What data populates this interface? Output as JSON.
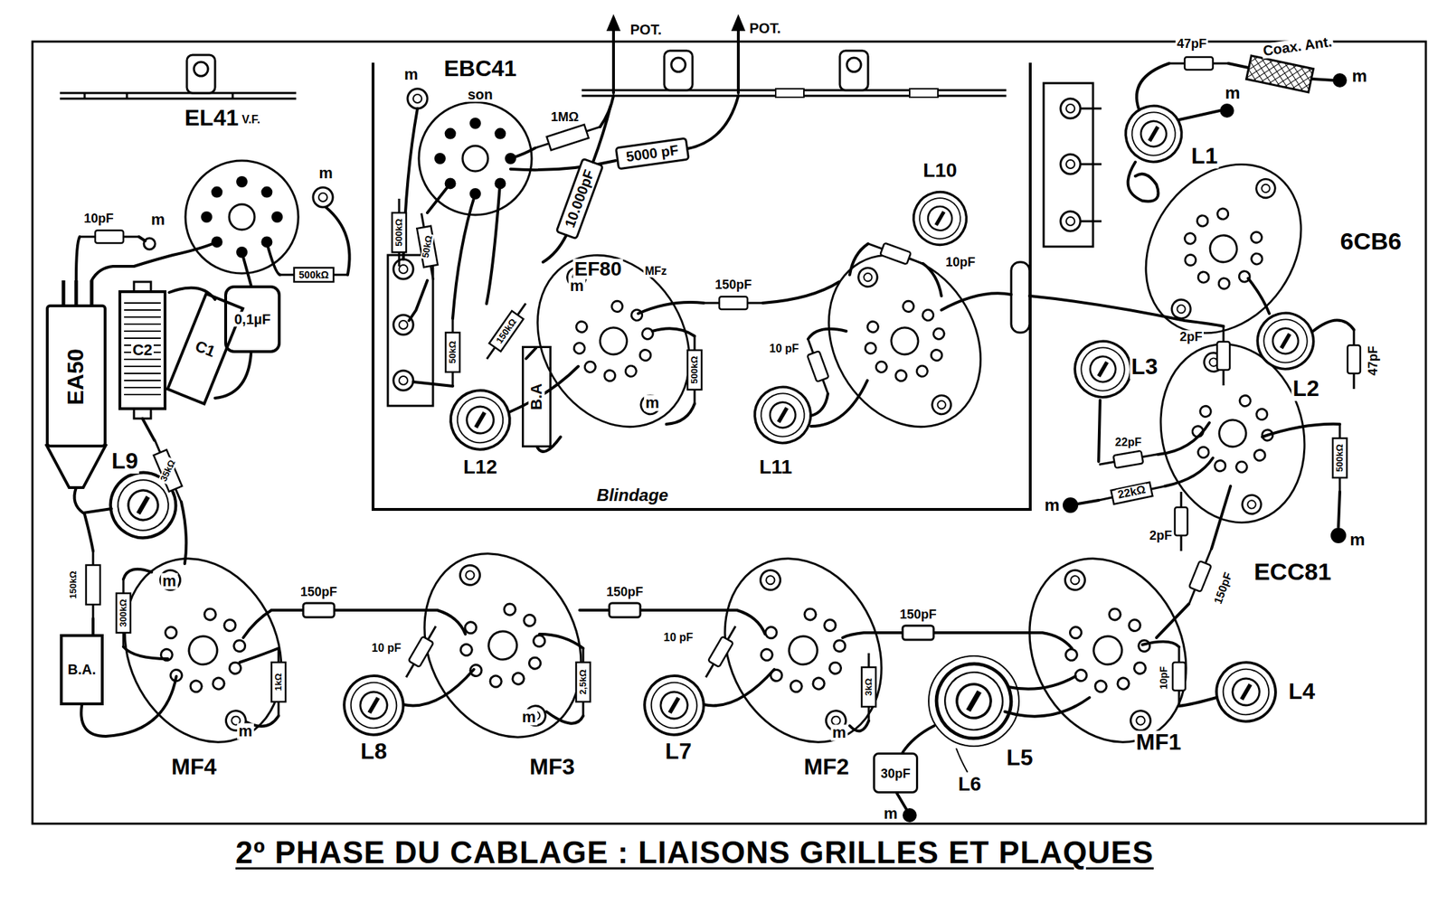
{
  "diagram": {
    "caption": "2º PHASE DU CABLAGE : LIAISONS GRILLES ET PLAQUES",
    "nodes": [
      {
        "text": [
          "Blindage"
        ]
      },
      {
        "text": [
          "EBC41",
          "son"
        ],
        "in": 0
      },
      {
        "text": [
          "EF80",
          "MFz"
        ],
        "in": 0
      },
      {
        "text": [
          "L10"
        ],
        "in": 0
      },
      {
        "text": [
          "L11"
        ],
        "in": 0
      },
      {
        "text": [
          "L12"
        ],
        "in": 0
      },
      {
        "text": [
          "B.A"
        ],
        "in": 0
      },
      {
        "text": [
          "EL41",
          "V.F."
        ]
      },
      {
        "text": [
          "6CB6"
        ]
      },
      {
        "text": [
          "L1"
        ]
      },
      {
        "text": [
          "L2"
        ]
      },
      {
        "text": [
          "L3"
        ]
      },
      {
        "text": [
          "ECC81"
        ]
      },
      {
        "text": [
          "EA50"
        ]
      },
      {
        "text": [
          "C2"
        ]
      },
      {
        "text": [
          "C1"
        ]
      },
      {
        "text": [
          "0,1µF"
        ]
      },
      {
        "text": [
          "L9"
        ]
      },
      {
        "text": [
          "B.A."
        ]
      },
      {
        "text": [
          "MF4"
        ]
      },
      {
        "text": [
          "L8"
        ]
      },
      {
        "text": [
          "MF3"
        ]
      },
      {
        "text": [
          "L7"
        ]
      },
      {
        "text": [
          "MF2"
        ]
      },
      {
        "text": [
          "L5"
        ]
      },
      {
        "text": [
          "30pF"
        ]
      },
      {
        "text": [
          "MF1"
        ]
      },
      {
        "text": [
          "L4"
        ]
      }
    ],
    "edges": [
      {
        "from": 21,
        "to": 19,
        "arrow": "none",
        "label": "150pF"
      },
      {
        "from": 23,
        "to": 21,
        "arrow": "none",
        "label": "150pF"
      },
      {
        "from": 26,
        "to": 23,
        "arrow": "none",
        "label": "150pF"
      }
    ],
    "labels": [
      "POT.",
      "POT.",
      "m",
      "10pF",
      "m",
      "500kΩ",
      "m",
      "1MΩ",
      "5000 pF",
      "10.000pF",
      "500kΩ",
      "50kΩ",
      "50kΩ",
      "150kΩ",
      "m",
      "150pF",
      "500kΩ",
      "m",
      "10pF",
      "10 pF",
      "47pF",
      "Coax. Ant.",
      "m",
      "m",
      "2pF",
      "47pF",
      "22pF",
      "22kΩ",
      "m",
      "2pF",
      "500kΩ",
      "m",
      "150pF",
      "10pF",
      "m",
      "L6",
      "10 pF",
      "m",
      "3kΩ",
      "10 pF",
      "2,5kΩ",
      "m",
      "1kΩ",
      "m",
      "m",
      "35kΩ",
      "150kΩ",
      "300kΩ"
    ]
  }
}
